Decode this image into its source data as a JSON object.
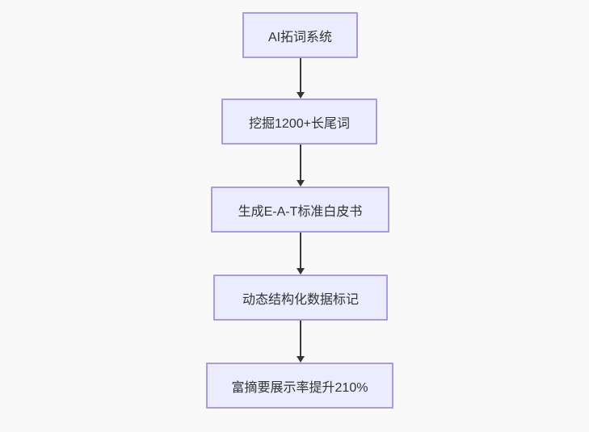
{
  "diagram": {
    "type": "flowchart",
    "direction": "top-down",
    "nodes": [
      {
        "label": "AI拓词系统"
      },
      {
        "label": "挖掘1200+长尾词"
      },
      {
        "label": "生成E-A-T标准白皮书"
      },
      {
        "label": "动态结构化数据标记"
      },
      {
        "label": "富摘要展示率提升210%"
      }
    ],
    "edges": [
      {
        "from": "AI拓词系统",
        "to": "挖掘1200+长尾词",
        "style": "arrow"
      },
      {
        "from": "挖掘1200+长尾词",
        "to": "生成E-A-T标准白皮书",
        "style": "arrow"
      },
      {
        "from": "生成E-A-T标准白皮书",
        "to": "动态结构化数据标记",
        "style": "arrow"
      },
      {
        "from": "动态结构化数据标记",
        "to": "富摘要展示率提升210%",
        "style": "arrow"
      }
    ],
    "colors": {
      "background": "#f9f9f9",
      "node_fill": "#ECECFF",
      "node_border": "#ab9ae0",
      "arrow": "#333333",
      "text": "#333333"
    }
  }
}
